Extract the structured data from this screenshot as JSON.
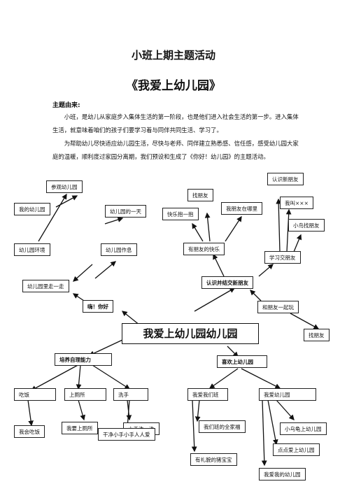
{
  "doc": {
    "title1": "小班上期主题活动",
    "title2": "《我爱上幼儿园》",
    "section_label": "主题由来:",
    "paragraph1": "小班，是幼儿从家庭步入集体生活的第一阶段，也是他们进入社会生活的第一步。进入集体生活，就意味着咱们的孩子们要学习着与同伴共同生活、学习了。",
    "paragraph2": "为帮助幼儿尽快适应幼儿园生活，尽快与老师、同伴建立熟悉感、信任感，感受幼儿园大家庭的温暖，顺利度过家园分离期，我们预设和生成了《你好！幼儿园》的主题活动。"
  },
  "map": {
    "center": "我爱上幼儿园幼儿园",
    "nodes": {
      "visit": "参观幼儿园",
      "my_kindergarten": "我的幼儿园",
      "one_day": "幼儿园的一天",
      "environment": "幼儿园环境",
      "rest_time": "幼儿园作息",
      "walk": "幼儿园里走一走",
      "hello": "嗨！你好",
      "find_friend": "找朋友",
      "happy_hug": "快乐抱一抱",
      "where_friend": "我朋友在哪里",
      "joy_friends": "有朋友的快乐",
      "know_new": "认识新朋友",
      "i_am": "我叫×××",
      "bird_friend": "小鸟找朋友",
      "learn_friends": "学习交朋友",
      "make_friends": "认识并结交新朋友",
      "play_together": "和朋友一起玩",
      "find_friend2": "找朋友",
      "self_care": "培养自理能力",
      "eat": "吃饭",
      "toilet": "上厕所",
      "wash": "洗手",
      "can_eat": "我会吃饭",
      "want_toilet": "我要上厕所",
      "wash_hands": "小手洗一洗",
      "clean_hands": "干净小手小手人人爱",
      "like_kg": "喜欢上幼儿园",
      "love_class": "我爱我们班",
      "love_kg": "我爱幼儿园",
      "class_photo": "我们班的全家福",
      "polite_baby": "有礼貌的猪宝宝",
      "turtle": "小乌龟上幼儿园",
      "diandian": "点点爱上幼儿园",
      "my_kg2": "我爱我的幼儿园"
    }
  }
}
